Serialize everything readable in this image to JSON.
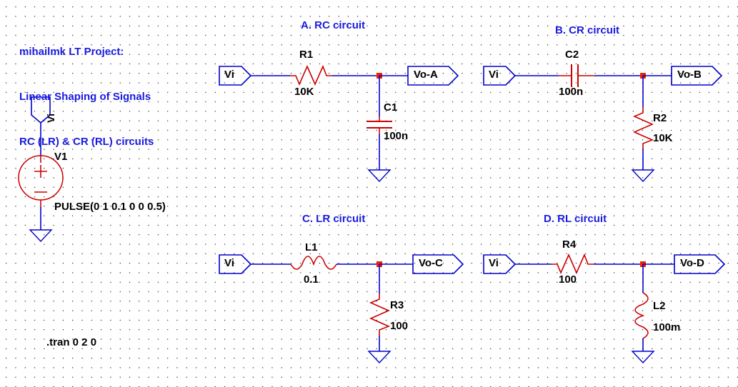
{
  "app": {
    "kind": "ltspice-schematic",
    "colors": {
      "wire": "#0000cc",
      "component": "#cc0000",
      "text": "#000000",
      "comment": "#1a1ae0",
      "junction": "#ee2200",
      "background": "#ffffff",
      "grid_dot": "#000000"
    }
  },
  "title_comment": {
    "line1": "mihailmk LT Project:",
    "line2": "Linear Shaping of Signals",
    "line3": "RC (LR) & CR (RL) circuits"
  },
  "source": {
    "port_label": "Vi",
    "designator": "V1",
    "value": "PULSE(0 1 0.1 0 0 0.5)",
    "plus_sign": "+",
    "minus_sign": "–"
  },
  "directive": {
    "text": ".tran 0 2 0"
  },
  "circuits": [
    {
      "id": "a",
      "title": "A. RC circuit",
      "input_port": "Vi",
      "output_port": "Vo-A",
      "series": {
        "designator": "R1",
        "value": "10K",
        "type": "resistor"
      },
      "shunt": {
        "designator": "C1",
        "value": "100n",
        "type": "capacitor"
      }
    },
    {
      "id": "b",
      "title": "B. CR circuit",
      "input_port": "Vi",
      "output_port": "Vo-B",
      "series": {
        "designator": "C2",
        "value": "100n",
        "type": "capacitor"
      },
      "shunt": {
        "designator": "R2",
        "value": "10K",
        "type": "resistor"
      }
    },
    {
      "id": "c",
      "title": "C. LR circuit",
      "input_port": "Vi",
      "output_port": "Vo-C",
      "series": {
        "designator": "L1",
        "value": "0.1",
        "type": "inductor"
      },
      "shunt": {
        "designator": "R3",
        "value": "100",
        "type": "resistor"
      }
    },
    {
      "id": "d",
      "title": "D. RL circuit",
      "input_port": "Vi",
      "output_port": "Vo-D",
      "series": {
        "designator": "R4",
        "value": "100",
        "type": "resistor"
      },
      "shunt": {
        "designator": "L2",
        "value": "100m",
        "type": "inductor"
      }
    }
  ]
}
